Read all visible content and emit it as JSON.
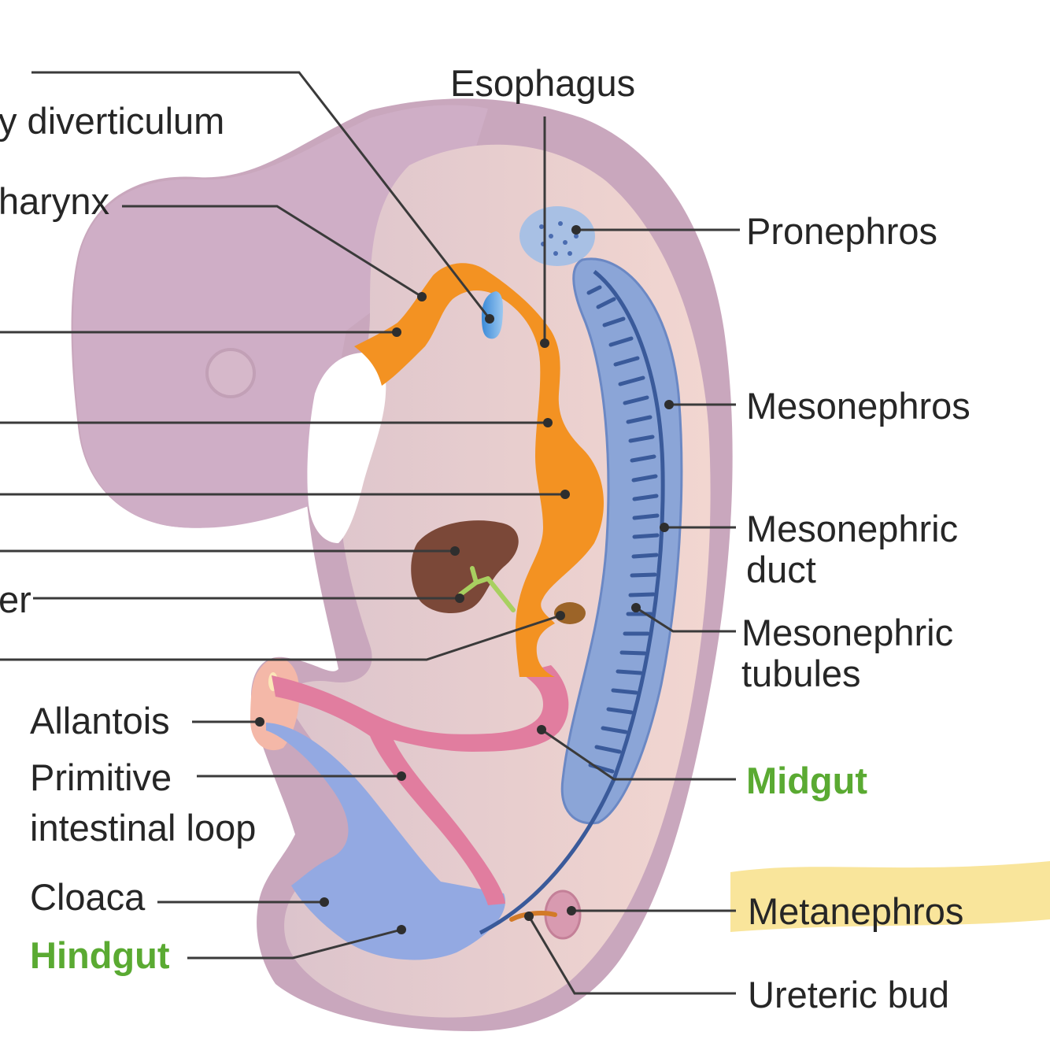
{
  "labels": {
    "left": [
      {
        "id": "hepatic",
        "text": "y diverticulum"
      },
      {
        "id": "pharynx",
        "text": "harynx"
      },
      {
        "id": "bladder",
        "text": "er"
      },
      {
        "id": "allantois",
        "text": "Allantois"
      },
      {
        "id": "loop1",
        "text": "Primitive"
      },
      {
        "id": "loop2",
        "text": "intestinal loop"
      },
      {
        "id": "cloaca",
        "text": "Cloaca"
      },
      {
        "id": "hindgut",
        "text": "Hindgut"
      }
    ],
    "top": {
      "id": "esophagus",
      "text": "Esophagus"
    },
    "right": [
      {
        "id": "pronephros",
        "text": "Pronephros"
      },
      {
        "id": "mesonephros",
        "text": "Mesonephros"
      },
      {
        "id": "mesoduct1",
        "text": "Mesonephric"
      },
      {
        "id": "mesoduct2",
        "text": "duct"
      },
      {
        "id": "mesotub1",
        "text": "Mesonephric"
      },
      {
        "id": "mesotub2",
        "text": "tubules"
      },
      {
        "id": "midgut",
        "text": "Midgut"
      },
      {
        "id": "metanephros",
        "text": "Metanephros"
      },
      {
        "id": "ureteric",
        "text": "Ureteric bud"
      }
    ]
  },
  "colors": {
    "embryo_outer": "#c8a8bc",
    "embryo_inner": "#e8d0cc",
    "foregut": "#f39222",
    "midgut_loop": "#e07a9c",
    "hindgut": "#91a8e0",
    "mesonephros": "#8aa4d6",
    "liver": "#7a4738",
    "green_label": "#5aaa32",
    "highlight": "#f8e08a"
  }
}
